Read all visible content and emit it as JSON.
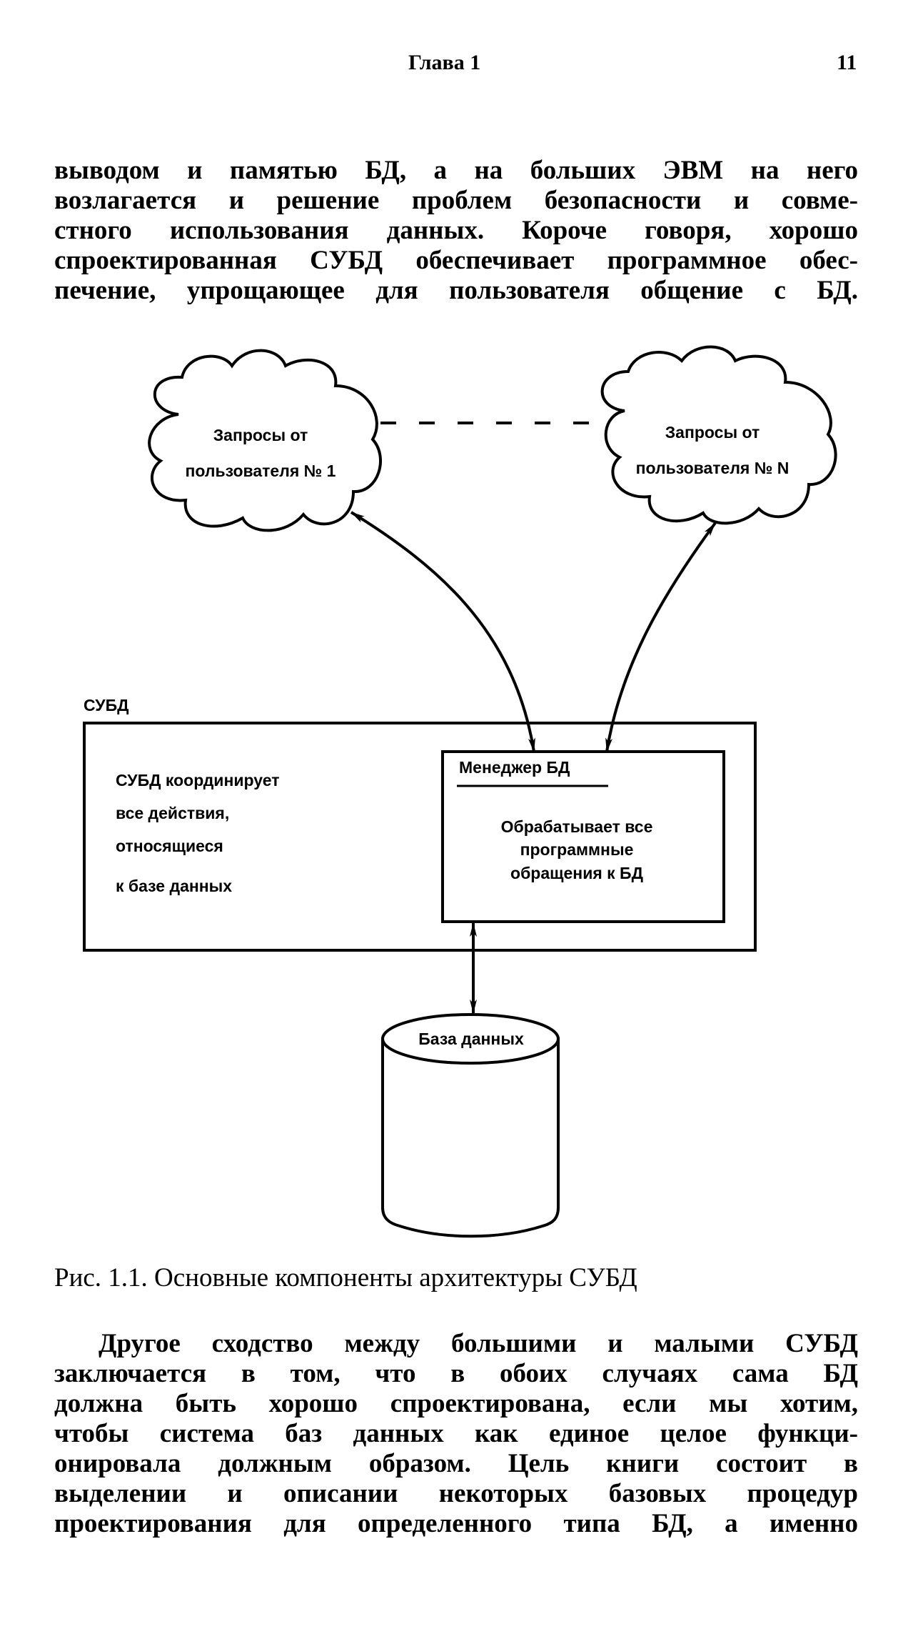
{
  "header": {
    "chapter": "Глава 1",
    "page_number": "11"
  },
  "paragraph_top": {
    "lines": [
      "выводом и памятью БД, а на больших ЭВМ на него",
      "возлагается и решение проблем безопасности и совме-",
      "стного использования данных. Короче говоря, хорошо",
      "спроектированная СУБД обеспечивает программное обес-",
      "печение, упрощающее для пользователя общение с БД."
    ]
  },
  "figure": {
    "cloud_user_1": {
      "line1": "Запросы от",
      "line2": "пользователя № 1"
    },
    "cloud_user_n": {
      "line1": "Запросы от",
      "line2": "пользователя №  N"
    },
    "dbms_label": "СУБД",
    "dbms_description": [
      "СУБД  координирует",
      "все действия,",
      "относящиеся",
      "к базе  данных"
    ],
    "db_manager": {
      "title": "Менеджер  БД",
      "description": [
        "Обрабатывает  все",
        "программные",
        "обращения к БД"
      ]
    },
    "database_label": "База данных",
    "caption": "Рис. 1.1. Основные компоненты архитектуры СУБД"
  },
  "paragraph_bottom": {
    "lines": [
      "Другое сходство между большими и малыми СУБД",
      "заключается в том, что в обоих случаях сама БД",
      "должна быть хорошо спроектирована, если мы хотим,",
      "чтобы система баз данных как единое целое функци-",
      "онировала должным образом. Цель книги состоит в",
      "выделении и описании некоторых базовых процедур",
      "проектирования для определенного типа БД, а именно"
    ]
  }
}
